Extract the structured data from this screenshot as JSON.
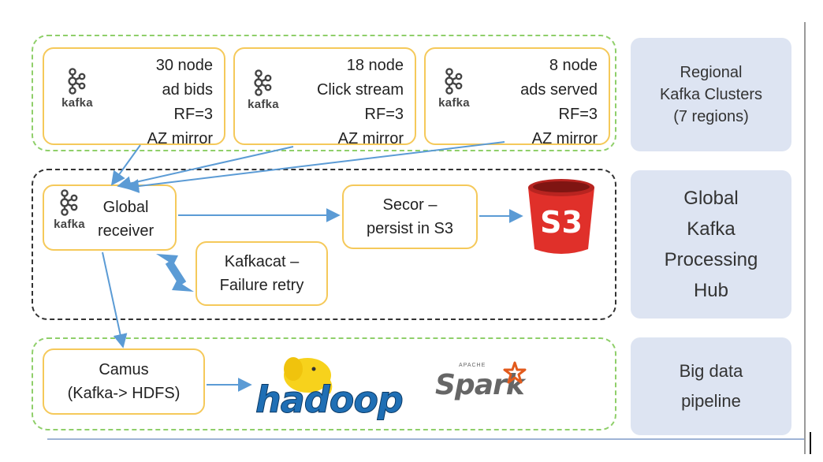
{
  "clusters": [
    {
      "line1": "30 node",
      "line2": "ad bids",
      "line3": "RF=3",
      "line4": "AZ mirror"
    },
    {
      "line1": "18 node",
      "line2": "Click stream",
      "line3": "RF=3",
      "line4": "AZ mirror"
    },
    {
      "line1": "8 node",
      "line2": "ads served",
      "line3": "RF=3",
      "line4": "AZ mirror"
    }
  ],
  "kafka_word": "kafka",
  "receiver": {
    "line1": "Global",
    "line2": "receiver"
  },
  "secor": {
    "line1": "Secor –",
    "line2": "persist in S3"
  },
  "kafkacat": {
    "line1": "Kafkacat –",
    "line2": "Failure retry"
  },
  "camus": {
    "line1": "Camus",
    "line2": "(Kafka-> HDFS)"
  },
  "s3_label": "S3",
  "hadoop_label": "hadoop",
  "spark": {
    "small": "APACHE",
    "label": "Spark"
  },
  "side_labels": {
    "regional": [
      "Regional",
      "Kafka Clusters",
      "(7 regions)"
    ],
    "hub": [
      "Global",
      "Kafka",
      "Processing",
      "Hub"
    ],
    "bigdata": [
      "Big data",
      "pipeline"
    ]
  },
  "colors": {
    "card_border": "#f5c95a",
    "arrow": "#5b9bd5",
    "green_dash": "#8fcf6a",
    "side_bg": "#dde4f2",
    "s3_red": "#e0302a",
    "hadoop_blue": "#1f6fb5",
    "spark_orange": "#e25a1c"
  }
}
